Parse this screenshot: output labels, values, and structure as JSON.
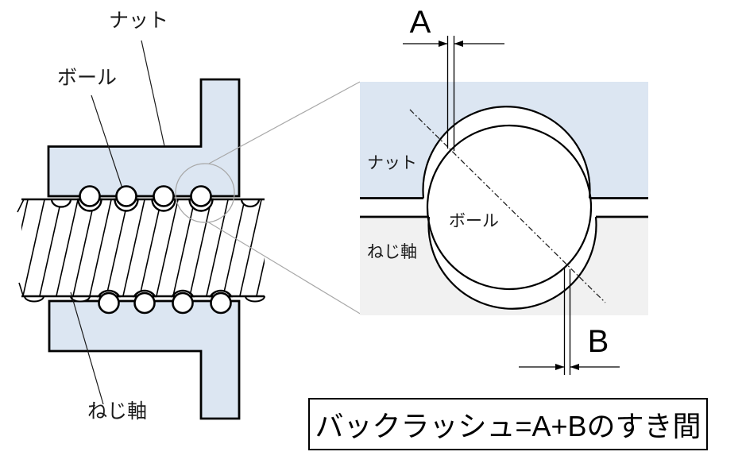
{
  "diagram": {
    "overview": {
      "nut_label": "ナット",
      "ball_label": "ボール",
      "shaft_label": "ねじ軸"
    },
    "detail": {
      "nut_label": "ナット",
      "ball_label": "ボール",
      "shaft_label": "ねじ軸",
      "dim_a": "A",
      "dim_b": "B"
    },
    "caption": "バックラッシュ=A+Bのすき間",
    "colors": {
      "nut_fill": "#dce6f2",
      "shaft_fill": "#f1f1f1",
      "outline": "#000000",
      "callout_gray": "#a8a8a8"
    }
  }
}
